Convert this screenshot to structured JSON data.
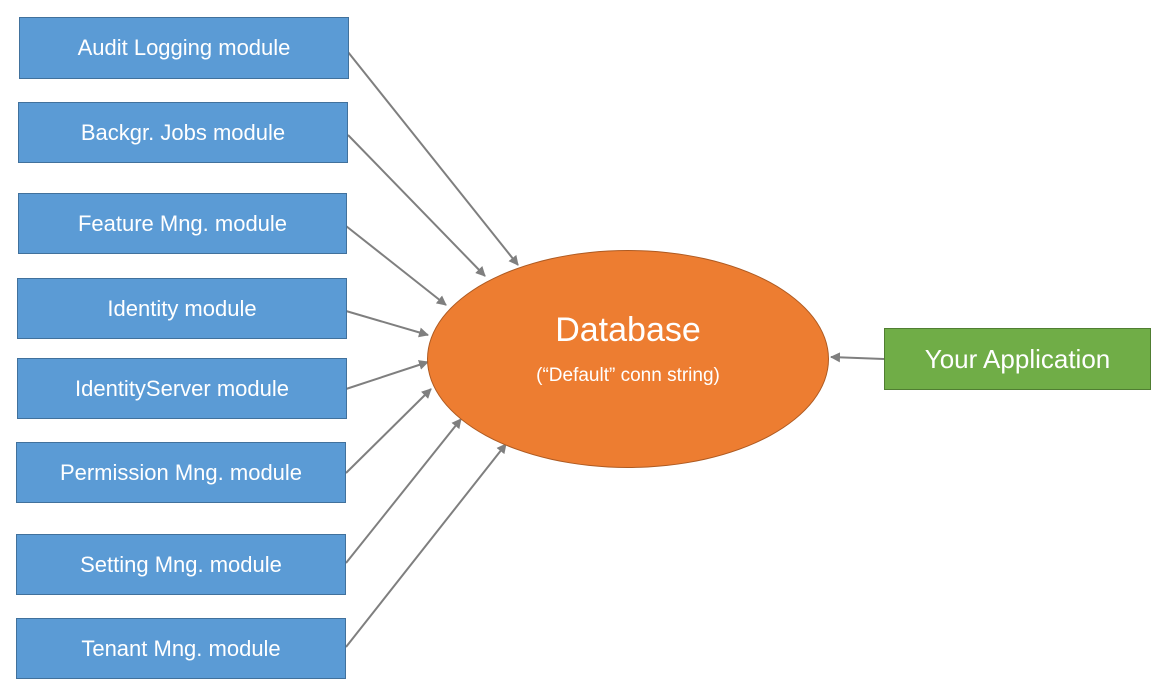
{
  "modules": [
    {
      "label": "Audit Logging module"
    },
    {
      "label": "Backgr. Jobs module"
    },
    {
      "label": "Feature Mng. module"
    },
    {
      "label": "Identity module"
    },
    {
      "label": "IdentityServer module"
    },
    {
      "label": "Permission Mng. module"
    },
    {
      "label": "Setting Mng. module"
    },
    {
      "label": "Tenant Mng. module"
    }
  ],
  "database": {
    "title": "Database",
    "subtitle": "(“Default” conn string)"
  },
  "application": {
    "label": "Your Application"
  },
  "colors": {
    "module_fill": "#5b9bd5",
    "database_fill": "#ed7d31",
    "application_fill": "#70ad47",
    "connector": "#7f7f7f"
  }
}
